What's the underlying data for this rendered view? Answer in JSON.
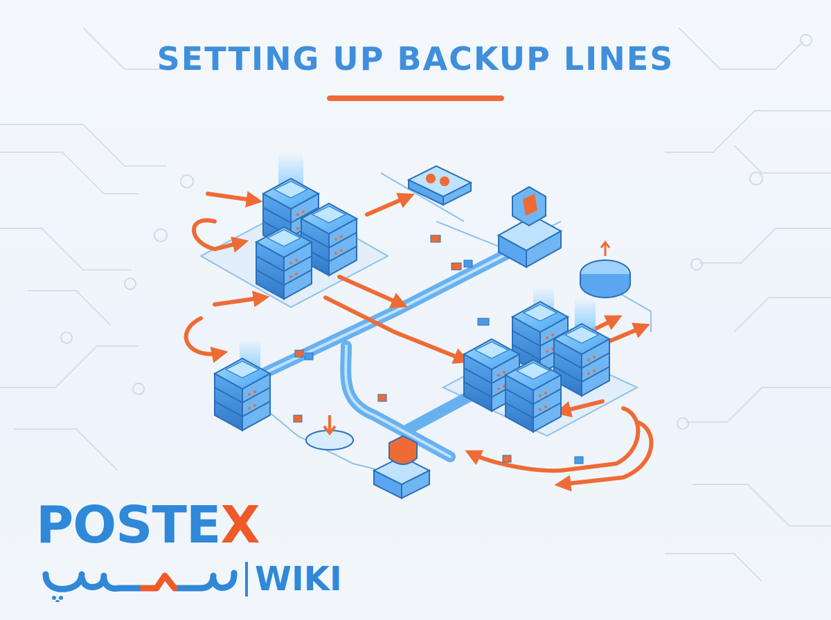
{
  "title": "SETTING UP BACKUP LINES",
  "logo": {
    "wordmark_main": "POSTE",
    "wordmark_x": "X",
    "script_text": "پستکس",
    "suffix": "WIKI"
  },
  "colors": {
    "title": "#3f8fdc",
    "accent_orange": "#ef6b35",
    "server_blue": "#4a9be6",
    "server_dark": "#2b6fb8",
    "pipe_blue": "#5aaaf0",
    "logo_blue": "#2f88d8",
    "logo_orange": "#ef5a28"
  },
  "icons": [
    "server-rack-icon",
    "shield-icon",
    "router-icon",
    "firewall-icon",
    "download-arrow-icon",
    "circuit-trace-icon"
  ]
}
